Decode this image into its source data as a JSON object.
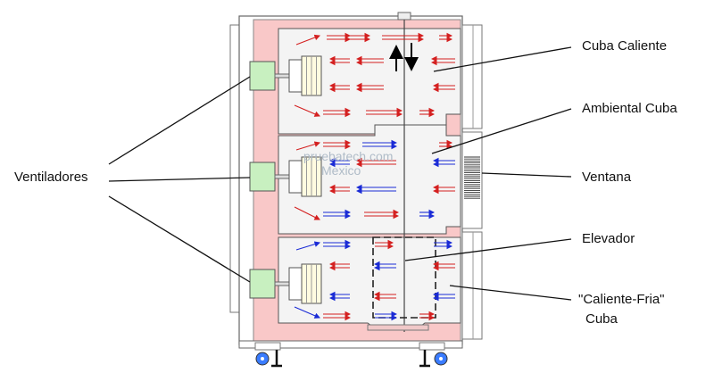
{
  "labels": {
    "cuba_caliente": "Cuba Caliente",
    "ambiental_cuba": "Ambiental Cuba",
    "ventana": "Ventana",
    "elevador": "Elevador",
    "caliente_fria_line1": "\"Caliente-Fria\"",
    "caliente_fria_line2": "Cuba",
    "ventiladores": "Ventiladores"
  },
  "watermark": {
    "line1": "pruebatech.com",
    "line2": "Mexico"
  },
  "colors": {
    "insulation": "#f9c8c8",
    "chamber": "#f4f4f4",
    "outline": "#555555",
    "fan_box": "#c8f0c0",
    "fan_blade": "#fffbe0",
    "hot_flow": "#d42020",
    "cold_flow": "#1a2bd6",
    "wheel": "#3a7cff",
    "watermark": "#b0bcc8"
  }
}
